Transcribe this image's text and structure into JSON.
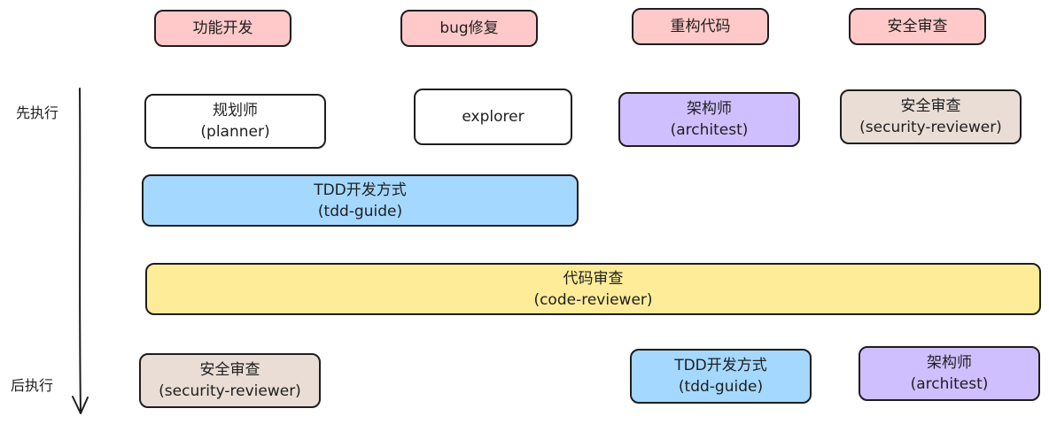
{
  "categories": [
    "功能开发",
    "bug修复",
    "重构代码",
    "安全审查"
  ],
  "axis": {
    "top_label": "先执行",
    "bottom_label": "后执行"
  },
  "row1": [
    {
      "line1": "规划师",
      "line2": "(planner)"
    },
    {
      "line1": "explorer",
      "line2": ""
    },
    {
      "line1": "架构师",
      "line2": "(architest)"
    },
    {
      "line1": "安全审查",
      "line2": "(security-reviewer)"
    }
  ],
  "tdd_wide": {
    "line1": "TDD开发方式",
    "line2": "(tdd-guide)"
  },
  "code_review": {
    "line1": "代码审查",
    "line2": "(code-reviewer)"
  },
  "row4": [
    {
      "line1": "安全审查",
      "line2": "(security-reviewer)"
    },
    {
      "line1": "TDD开发方式",
      "line2": "(tdd-guide)"
    },
    {
      "line1": "架构师",
      "line2": "(architest)"
    }
  ],
  "colors": {
    "category": "#ffc9c9",
    "planner": "#ffffff",
    "architect": "#d0bfff",
    "security": "#e9ddd6",
    "tdd": "#a5d8ff",
    "code_review": "#ffec99",
    "stroke": "#1e1e1e"
  }
}
